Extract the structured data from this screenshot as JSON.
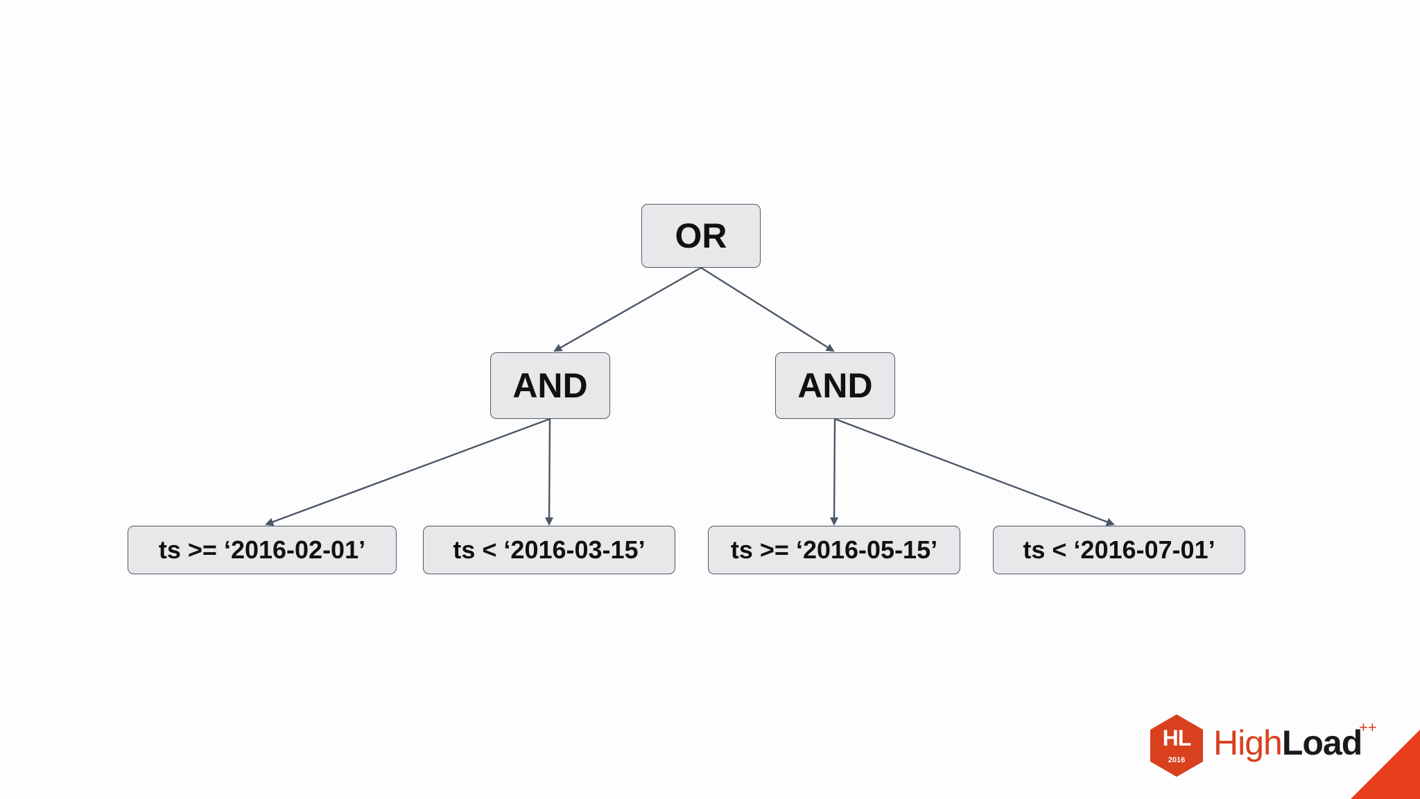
{
  "diagram": {
    "root": {
      "label": "OR"
    },
    "and_left": {
      "label": "AND"
    },
    "and_right": {
      "label": "AND"
    },
    "leaves": [
      {
        "label": "ts >= ‘2016-02-01’"
      },
      {
        "label": "ts < ‘2016-03-15’"
      },
      {
        "label": "ts >= ‘2016-05-15’"
      },
      {
        "label": "ts < ‘2016-07-01’"
      }
    ]
  },
  "logo": {
    "badge_text": "HL",
    "badge_year": "2016",
    "name_part1": "High",
    "name_part2": "Load",
    "superscript": "++"
  },
  "colors": {
    "node_fill": "#e8e8ea",
    "node_border": "#4b5667",
    "edge": "#4b5667",
    "brand_red": "#d8401e",
    "background": "#fdfdfd"
  }
}
